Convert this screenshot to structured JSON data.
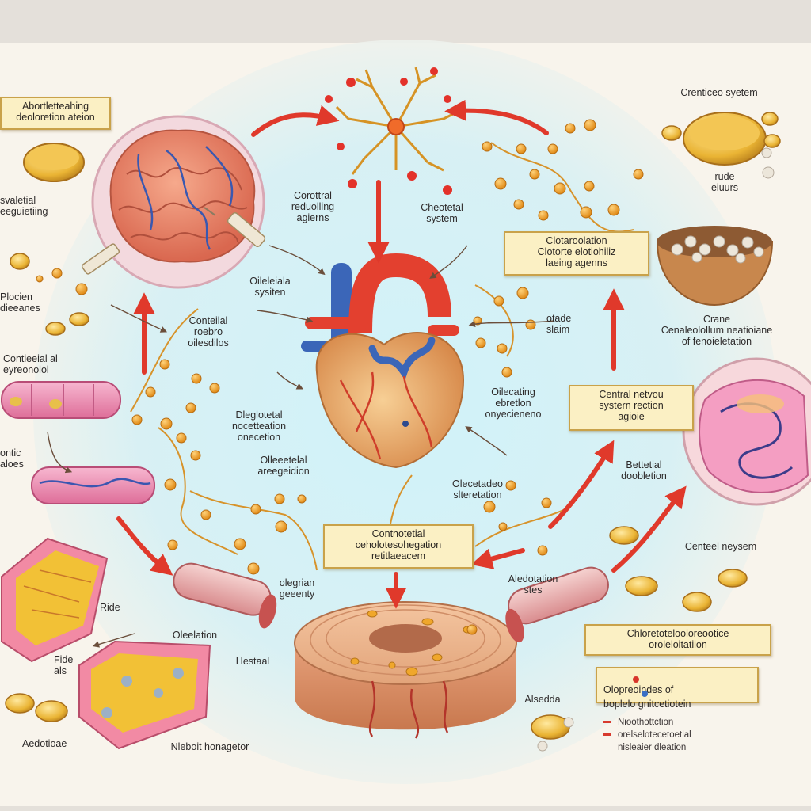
{
  "labels": {
    "top_left_box": [
      "Abortletteahing",
      "deoloretion ateion"
    ],
    "left_1": [
      "svaletial",
      "eeguietiing"
    ],
    "left_2": [
      "Plocien",
      "dieeanes"
    ],
    "left_3": [
      "Contieeial al",
      "eyreonolol"
    ],
    "left_4": [
      "ontic",
      "aloes"
    ],
    "left_5": "Ride",
    "left_6": [
      "Fide",
      "als"
    ],
    "left_7": "Aedotioae",
    "brain_caption": [
      "Corottral",
      "reduolling",
      "agierns"
    ],
    "brain_sys": [
      "Oileleiala",
      "sysiten"
    ],
    "cortex_mid": [
      "Conteilal",
      "roebro",
      "oilesdilos"
    ],
    "mid_left_1": [
      "Dleglotetal",
      "nocetteation",
      "onecetion"
    ],
    "mid_left_2": [
      "Olleeetelal",
      "areegeidion"
    ],
    "oblation": "Oleelation",
    "hestaal": "Hestaal",
    "nebolt": "Nleboit honagetor",
    "olegian": [
      "olegrian",
      "geeenty"
    ],
    "center_box": [
      "Contnotetial",
      "ceholotesohegation",
      "retitlaeacem"
    ],
    "chol_system": [
      "Cheotetal",
      "system"
    ],
    "right_box_1": [
      "Clotaroolation",
      "Clotorte elotiohiliz",
      "laeing agenns"
    ],
    "right_sys": [
      "otade",
      "slaim"
    ],
    "right_obs": [
      "Oilecating",
      "ebretlon",
      "onyecieneno"
    ],
    "right_obs_2": [
      "Olecetadeo",
      "slteretation"
    ],
    "right_box_2": [
      "Central netvou",
      "systern rection",
      "agioie"
    ],
    "bottom_right_1": [
      "Aledotation",
      "stes"
    ],
    "bottom_right_2": [
      "Bettetial",
      "doobletion"
    ],
    "right_caption": [
      "Crane",
      "Cenaleolollum neatioiane",
      "of fenoieletation"
    ],
    "right_top": "Crenticeo syetem",
    "right_small": [
      "rude",
      "eiuurs"
    ],
    "central_neysem": "Centeel neysem",
    "right_box_3": [
      "Chloretotelooloreootice",
      "oroleloitatiion"
    ],
    "alsedda": "Alsedda"
  },
  "legend": {
    "rows": [
      {
        "text": "Olopreoindes of",
        "color": "#d8352a"
      },
      {
        "text": "boplelo gnitcetiotein",
        "color": "#3a6fc4"
      }
    ]
  },
  "mini_legend": [
    "Nioothottction",
    "orelselotecetoetlal",
    "nisleaier dleation"
  ],
  "colors": {
    "arrow": "#e0392b",
    "molecule": "#f2a22a",
    "box_fill": "#fbf0c4",
    "box_border": "#c9a24a",
    "tissue_pink": "#f08fb3",
    "vessel_red": "#e3402f",
    "vessel_blue": "#3b66b8"
  },
  "icons": [
    "brain-illustration",
    "neuron-illustration",
    "heart-illustration",
    "artery-disc-illustration",
    "pill-icon",
    "bowl-icon",
    "syringe-icon"
  ]
}
